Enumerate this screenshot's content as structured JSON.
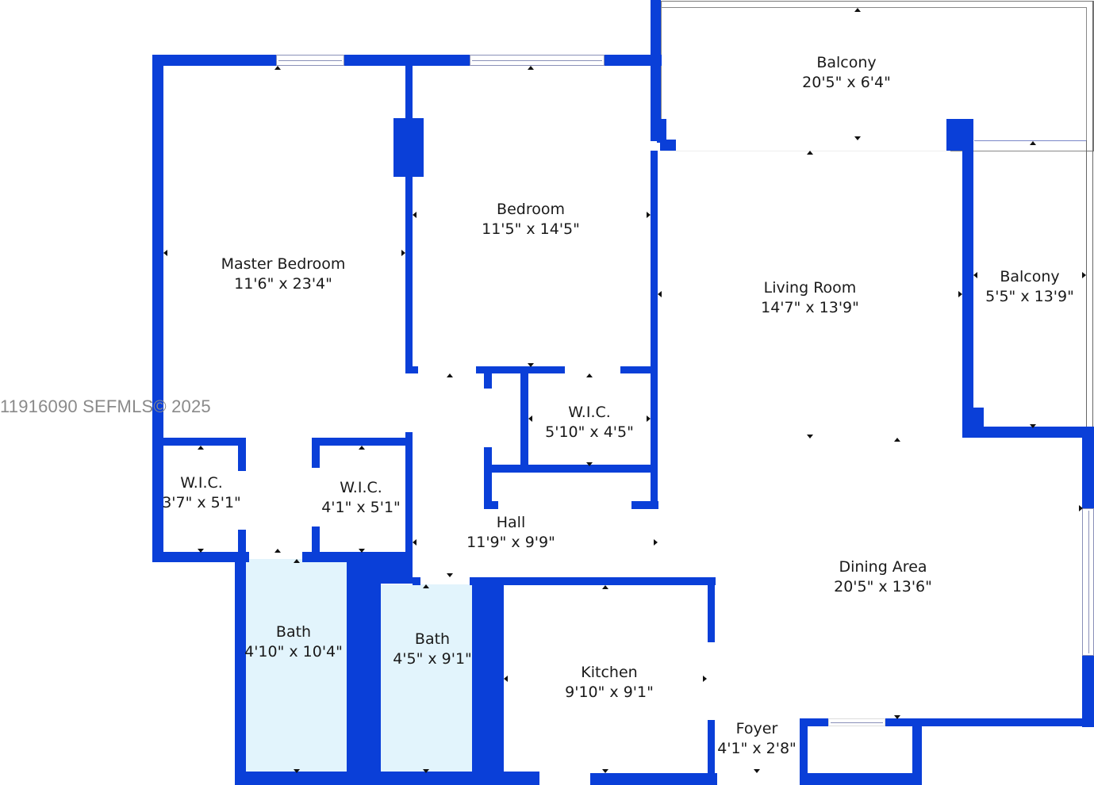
{
  "watermark": "11916090  SEFMLS© 2025",
  "wall_color": "#0a3fd8",
  "bath_fill_color": "#e2f4fc",
  "rooms": [
    {
      "name": "Balcony",
      "dims": "20'5\" x 6'4\""
    },
    {
      "name": "Master Bedroom",
      "dims": "11'6\" x 23'4\""
    },
    {
      "name": "Bedroom",
      "dims": "11'5\" x 14'5\""
    },
    {
      "name": "Living Room",
      "dims": "14'7\" x 13'9\""
    },
    {
      "name": "Balcony",
      "dims": "5'5\" x 13'9\""
    },
    {
      "name": "W.I.C.",
      "dims": "5'10\" x 4'5\""
    },
    {
      "name": "W.I.C.",
      "dims": "3'7\" x 5'1\""
    },
    {
      "name": "W.I.C.",
      "dims": "4'1\" x 5'1\""
    },
    {
      "name": "Hall",
      "dims": "11'9\" x 9'9\""
    },
    {
      "name": "Dining Area",
      "dims": "20'5\" x 13'6\""
    },
    {
      "name": "Bath",
      "dims": "4'10\" x 10'4\""
    },
    {
      "name": "Bath",
      "dims": "4'5\" x 9'1\""
    },
    {
      "name": "Kitchen",
      "dims": "9'10\" x 9'1\""
    },
    {
      "name": "Foyer",
      "dims": "4'1\" x 2'8\""
    }
  ]
}
